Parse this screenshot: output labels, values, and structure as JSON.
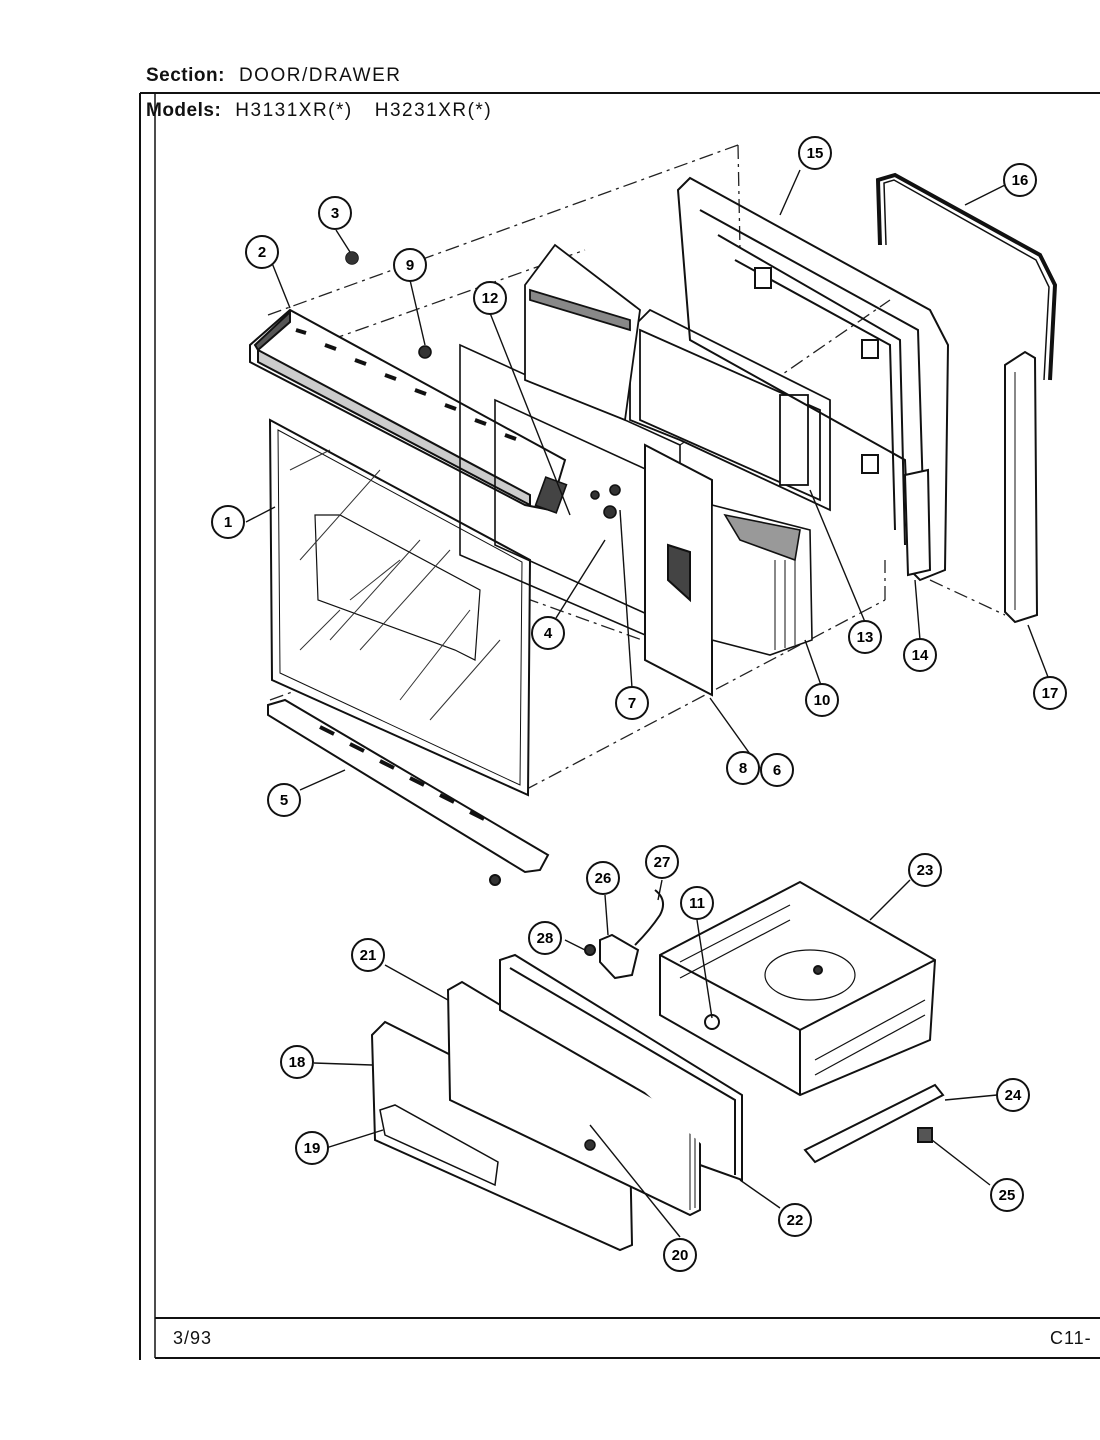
{
  "header": {
    "section_label": "Section:",
    "section_value": "DOOR/DRAWER",
    "models_label": "Models:",
    "models": [
      "H3131XR(*)",
      "H3231XR(*)"
    ]
  },
  "footer": {
    "date": "3/93",
    "page_code": "C11-"
  },
  "diagram": {
    "callouts": [
      "1",
      "2",
      "3",
      "4",
      "5",
      "6",
      "7",
      "8",
      "9",
      "10",
      "11",
      "12",
      "13",
      "14",
      "15",
      "16",
      "17",
      "18",
      "19",
      "20",
      "21",
      "22",
      "23",
      "24",
      "25",
      "26",
      "27",
      "28"
    ]
  }
}
